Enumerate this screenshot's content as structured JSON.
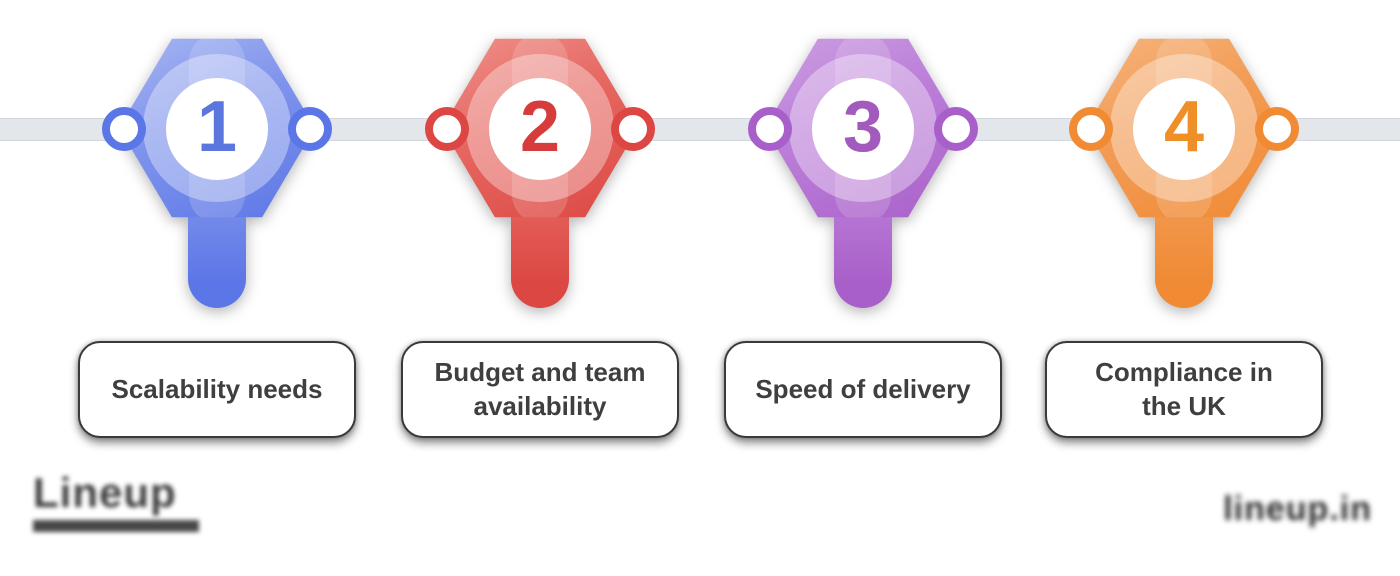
{
  "timeline": {
    "line_color": "#e3e6ea"
  },
  "steps": [
    {
      "number": "1",
      "label": "Scalability needs",
      "colors": {
        "light": "#a9b7f2",
        "main": "#7e93ec",
        "deep": "#5b76e6",
        "number": "#5b76dd"
      }
    },
    {
      "number": "2",
      "label": "Budget and team\navailability",
      "colors": {
        "light": "#ef938c",
        "main": "#e66660",
        "deep": "#dc4743",
        "number": "#d63c3c"
      }
    },
    {
      "number": "3",
      "label": "Speed of delivery",
      "colors": {
        "light": "#cd9fe3",
        "main": "#bb7ed8",
        "deep": "#a95fc9",
        "number": "#a35abd"
      }
    },
    {
      "number": "4",
      "label": "Compliance in\nthe UK",
      "colors": {
        "light": "#f6b57e",
        "main": "#f29b55",
        "deep": "#f08a33",
        "number": "#ef8f28"
      }
    }
  ],
  "footer": {
    "left_logo_text": "Lineup",
    "right_logo_text": "lineup.in"
  }
}
